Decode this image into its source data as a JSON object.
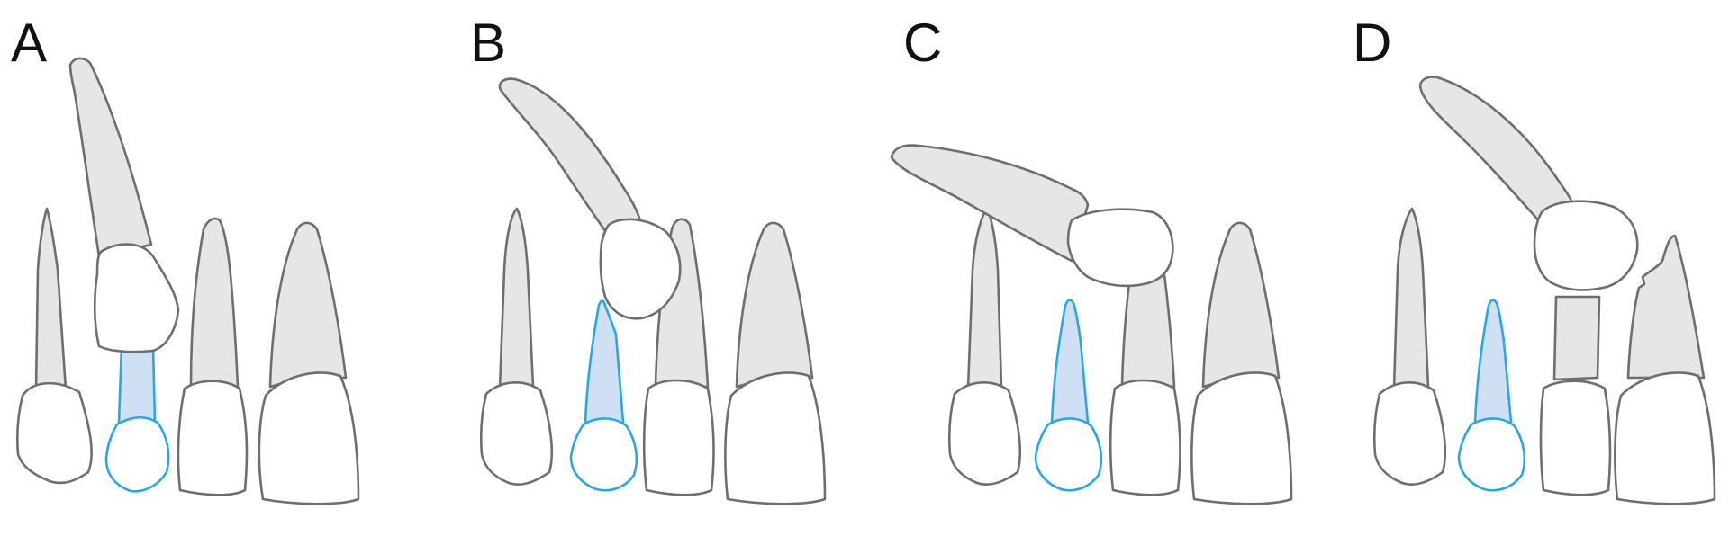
{
  "panels": [
    {
      "label": "A"
    },
    {
      "label": "B"
    },
    {
      "label": "C"
    },
    {
      "label": "D"
    }
  ],
  "colors": {
    "outline": "#6e6e6e",
    "root_fill": "#e6e6e6",
    "crown_fill": "#ffffff",
    "highlight_outline": "#2aa7e0",
    "highlight_root_fill": "#cfe0f5"
  }
}
